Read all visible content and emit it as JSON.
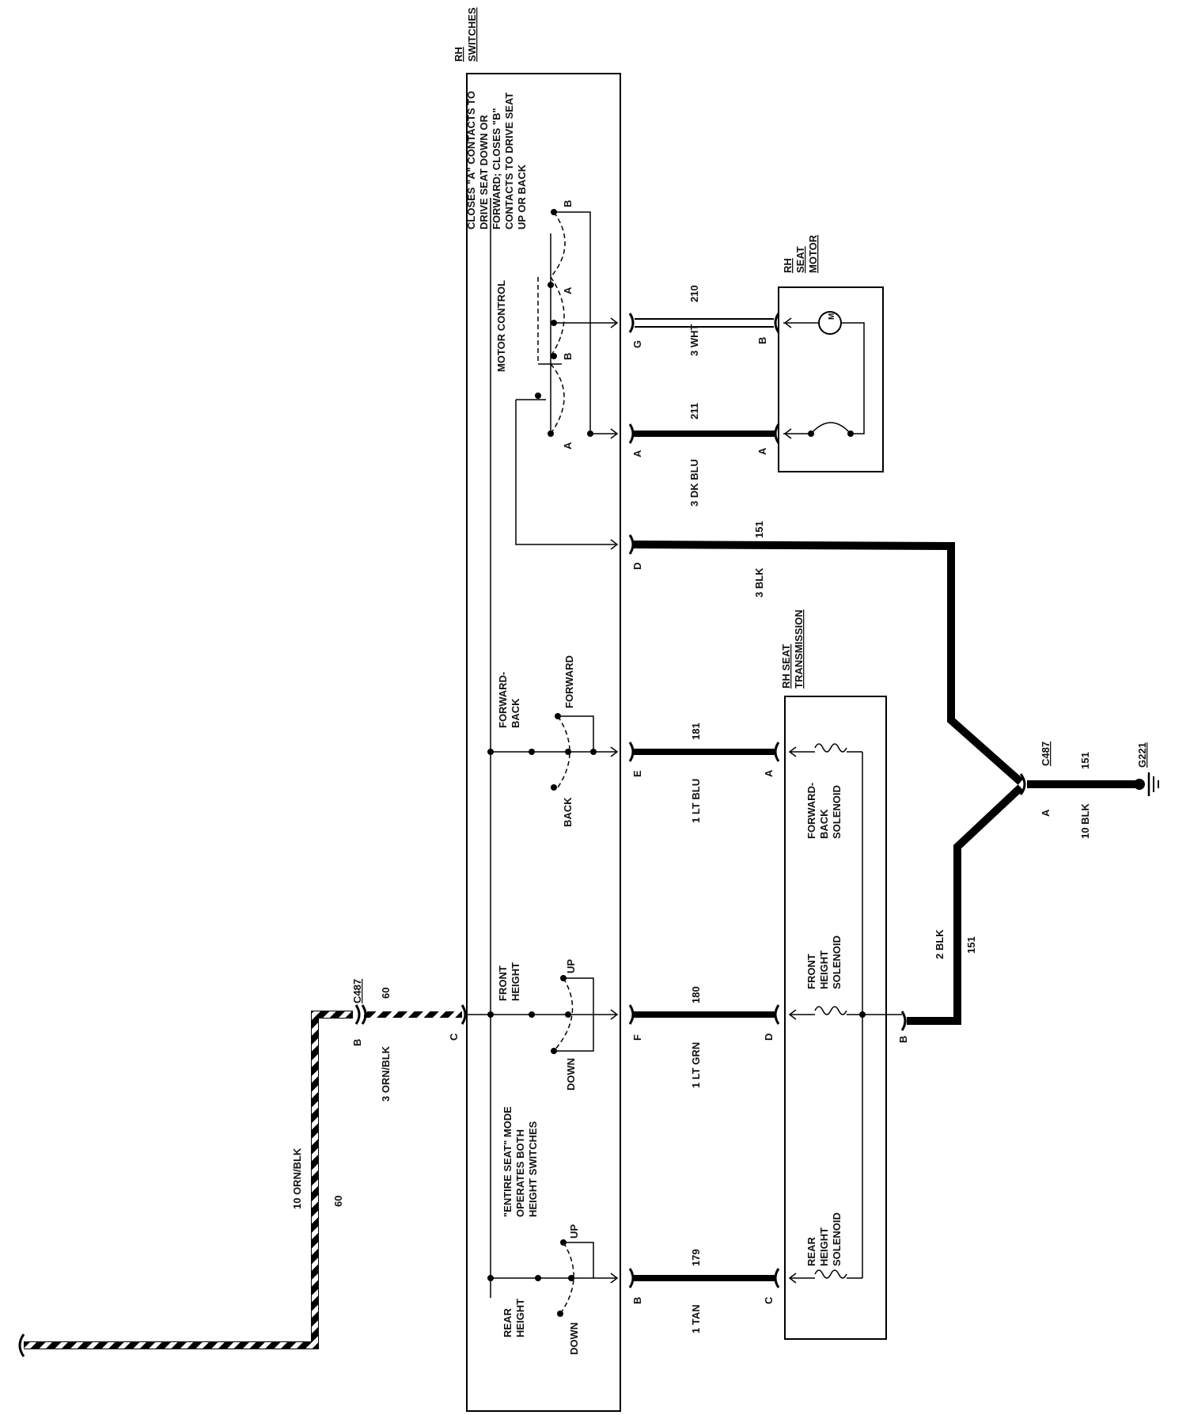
{
  "components": {
    "rh_switches": {
      "line1": "RH",
      "line2": "SWITCHES"
    },
    "rh_seat_motor": {
      "line1": "RH",
      "line2": "SEAT",
      "line3": "MOTOR",
      "motor_symbol": "M"
    },
    "rh_seat_transmission": {
      "line1": "RH SEAT",
      "line2": "TRANSMISSION"
    },
    "ground": {
      "label": "G221"
    }
  },
  "notes": {
    "closes_note": [
      "CLOSES \"A\" CONTACTS TO",
      "DRIVE SEAT DOWN OR",
      "FORWARD; CLOSES \"B\"",
      "CONTACTS TO DRIVE SEAT",
      "UP OR BACK"
    ],
    "entire_seat_note": [
      "\"ENTIRE SEAT\" MODE",
      "OPERATES BOTH",
      "HEIGHT SWITCHES"
    ]
  },
  "switches": {
    "motor_control": {
      "title": "MOTOR CONTROL",
      "contact_a": "A",
      "contact_b": "B"
    },
    "forward_back": {
      "title_1": "FORWARD-",
      "title_2": "BACK",
      "pos_1": "FORWARD",
      "pos_2": "BACK"
    },
    "front_height": {
      "title_1": "FRONT",
      "title_2": "HEIGHT",
      "pos_1": "UP",
      "pos_2": "DOWN"
    },
    "rear_height": {
      "title_1": "REAR",
      "title_2": "HEIGHT",
      "pos_1": "UP",
      "pos_2": "DOWN"
    }
  },
  "solenoids": {
    "forward_back": [
      "FORWARD-",
      "BACK",
      "SOLENOID"
    ],
    "front_height": [
      "FRONT",
      "HEIGHT",
      "SOLENOID"
    ],
    "rear_height": [
      "REAR",
      "HEIGHT",
      "SOLENOID"
    ]
  },
  "connectors": {
    "c487_top": {
      "name": "C487",
      "pin": "A"
    },
    "c487_bottom": {
      "name": "C487",
      "pin": "B"
    },
    "switch_pins": {
      "g": "G",
      "a": "A",
      "d": "D",
      "e": "E",
      "f": "F",
      "b": "B",
      "c": "C"
    },
    "motor_pins": {
      "b": "B",
      "a": "A"
    },
    "trans_pins": {
      "a": "A",
      "d": "D",
      "c": "C",
      "b": "B"
    }
  },
  "wires": [
    {
      "id": "w210",
      "color": "3 WHT",
      "circuit": "210"
    },
    {
      "id": "w211",
      "color": "3 DK BLU",
      "circuit": "211"
    },
    {
      "id": "w151_d",
      "color": "3 BLK",
      "circuit": "151"
    },
    {
      "id": "w181",
      "color": "1 LT BLU",
      "circuit": "181"
    },
    {
      "id": "w180",
      "color": "1 LT GRN",
      "circuit": "180"
    },
    {
      "id": "w179",
      "color": "1 TAN",
      "circuit": "179"
    },
    {
      "id": "w151_b",
      "color": "2 BLK",
      "circuit": "151"
    },
    {
      "id": "w151_g",
      "color": "10 BLK",
      "circuit": "151"
    },
    {
      "id": "w60_c",
      "color": "3 ORN/BLK",
      "circuit": "60"
    },
    {
      "id": "w60_feed",
      "color": "10 ORN/BLK",
      "circuit": "60"
    }
  ]
}
